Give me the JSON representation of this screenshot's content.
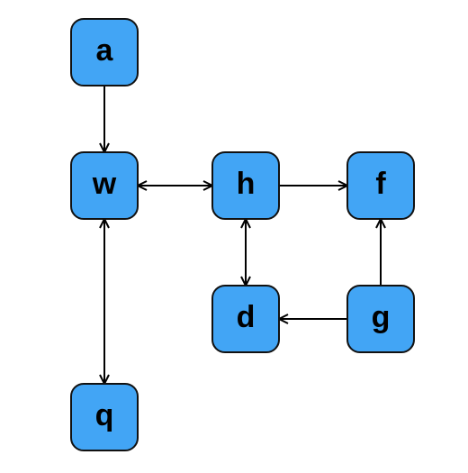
{
  "colors": {
    "node_fill": "#42a5f5",
    "node_stroke": "#111111",
    "edge": "#000000"
  },
  "nodes": [
    {
      "id": "a",
      "label": "a"
    },
    {
      "id": "w",
      "label": "w"
    },
    {
      "id": "h",
      "label": "h"
    },
    {
      "id": "f",
      "label": "f"
    },
    {
      "id": "d",
      "label": "d"
    },
    {
      "id": "g",
      "label": "g"
    },
    {
      "id": "q",
      "label": "q"
    }
  ],
  "edges": [
    {
      "from": "a",
      "to": "w",
      "direction": "forward"
    },
    {
      "from": "w",
      "to": "h",
      "direction": "both"
    },
    {
      "from": "h",
      "to": "f",
      "direction": "forward"
    },
    {
      "from": "h",
      "to": "d",
      "direction": "both"
    },
    {
      "from": "g",
      "to": "d",
      "direction": "forward"
    },
    {
      "from": "g",
      "to": "f",
      "direction": "forward"
    },
    {
      "from": "w",
      "to": "q",
      "direction": "both"
    }
  ]
}
